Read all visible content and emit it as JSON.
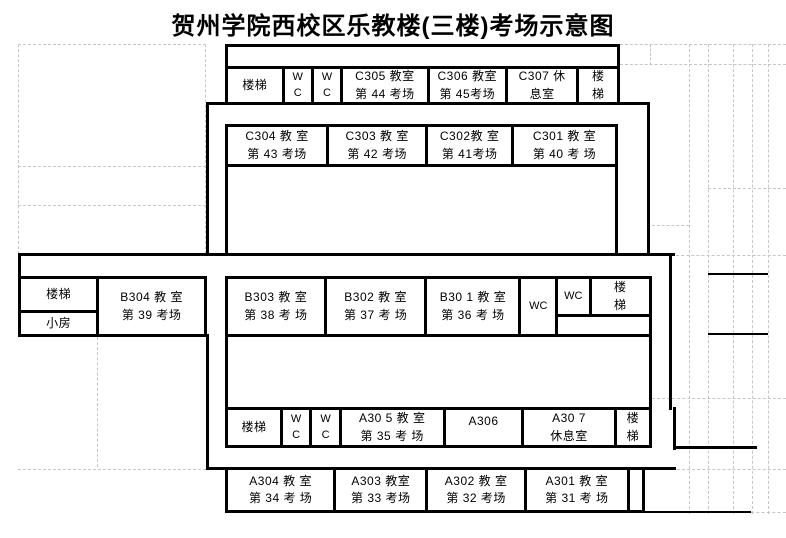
{
  "title": "贺州学院西校区乐教楼(三楼)考场示意图",
  "colors": {
    "plan_line": "#000000",
    "grid_dash": "#c6c6c6",
    "background": "#ffffff"
  },
  "rooms": {
    "top_stair_left": "楼梯",
    "top_wc_1": "W\nC",
    "top_wc_2": "W\nC",
    "c305": "C305 教室\n第 44 考场",
    "c306": "C306 教室\n第 45考场",
    "c307": "C307 休\n息室",
    "top_stair_right": "楼\n梯",
    "c304": "C304 教 室\n第 43 考场",
    "c303": "C303 教 室\n第 42 考场",
    "c302": "C302教 室\n第 41考场",
    "c301": "C301 教 室\n第 40 考 场",
    "mid_stair_left": "楼梯",
    "small_room": "小房",
    "b304": "B304 教 室\n第 39 考场",
    "b303": "B303 教 室\n第 38 考 场",
    "b302": "B302 教 室\n第 37 考 场",
    "b301": "B30 1 教 室\n第 36 考 场",
    "mid_wc_tall": "WC",
    "mid_wc_small": "WC",
    "mid_stair_right": "楼\n梯",
    "low_stair_left": "楼梯",
    "low_wc_1": "W\nC",
    "low_wc_2": "W\nC",
    "a305": "A30 5 教 室\n第 35 考 场",
    "a306": "A306",
    "a307": "A30 7\n休息室",
    "low_stair_right": "楼\n梯",
    "a304": "A304 教 室\n第 34 考 场",
    "a303": "A303 教室\n第 33 考场",
    "a302": "A302 教 室\n第 32 考场",
    "a301": "A301 教 室\n第 31 考 场"
  }
}
